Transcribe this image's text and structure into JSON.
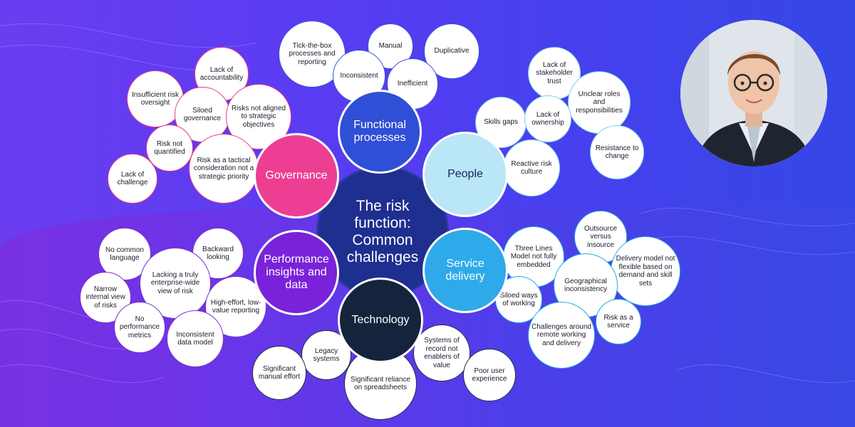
{
  "center": {
    "title": "The risk function: Common challenges"
  },
  "hubs": {
    "governance": "Governance",
    "functional": "Functional processes",
    "people": "People",
    "service": "Service delivery",
    "technology": "Technology",
    "performance": "Performance insights and data"
  },
  "governance_items": [
    "Insufficient risk oversight",
    "Lack of accountability",
    "Siloed governance",
    "Risks not aligned to strategic objectives",
    "Risk not quantified",
    "Risk as a tactical consideration not a strategic priority",
    "Lack of challenge"
  ],
  "functional_items": [
    "Tick-the-box processes and reporting",
    "Manual",
    "Duplicative",
    "Inconsistent",
    "Inefficient"
  ],
  "people_items": [
    "Lack of stakeholder trust",
    "Unclear roles and responsibilities",
    "Skills gaps",
    "Lack of ownership",
    "Resistance to change",
    "Reactive risk culture"
  ],
  "service_items": [
    "Outsource versus insource",
    "Three Lines Model not fully embedded",
    "Delivery model not flexible based on demand and skill sets",
    "Geographical inconsistency",
    "Siloed ways of working",
    "Risk as a service",
    "Challenges around remote working and delivery"
  ],
  "technology_items": [
    "Legacy systems",
    "Systems of record not enablers of value",
    "Significant manual effort",
    "Significant reliance on spreadsheets",
    "Poor user experience"
  ],
  "performance_items": [
    "No common language",
    "Backward looking",
    "Lacking a truly enterprise-wide view of risk",
    "Narrow internal view of risks",
    "High-effort, low-value reporting",
    "No performance metrics",
    "Inconsistent data model"
  ],
  "colors": {
    "governance": "#ec3f94",
    "functional": "#2f4fd6",
    "people": "#b9e7f7",
    "service": "#2eaaea",
    "technology": "#15233d",
    "performance": "#7a22d9",
    "center": "#1e2f8f"
  },
  "photo": {
    "icon": "presenter-photo"
  }
}
